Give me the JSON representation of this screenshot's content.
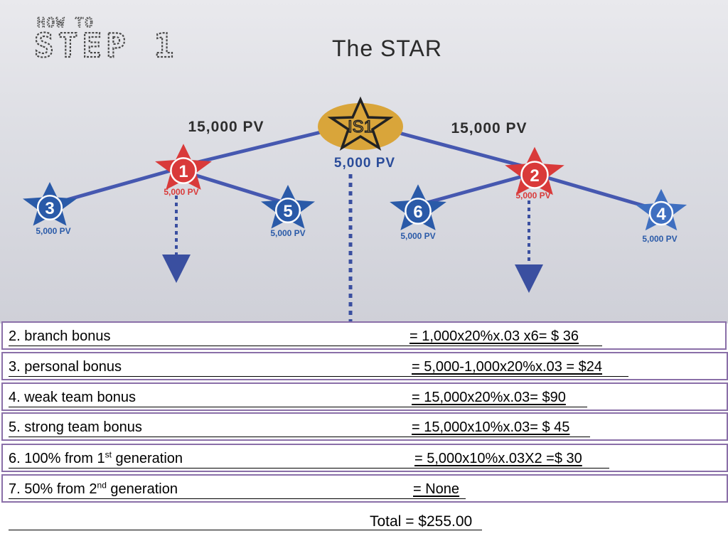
{
  "header": {
    "how_to": "HOW TO",
    "step": "STEP 1",
    "title": "The  STAR"
  },
  "diagram": {
    "center": {
      "label": "IS1",
      "pv": "5,000 PV"
    },
    "left_pv": "15,000 PV",
    "right_pv": "15,000 PV",
    "nodes": [
      {
        "label": "1",
        "pv": "5,000 PV",
        "color": "#d93a3a"
      },
      {
        "label": "2",
        "pv": "5,000 PV",
        "color": "#d93a3a"
      },
      {
        "label": "3",
        "pv": "5,000 PV",
        "color": "#2a5aa8"
      },
      {
        "label": "4",
        "pv": "5,000 PV",
        "color": "#3f6fc0"
      },
      {
        "label": "5",
        "pv": "5,000 PV",
        "color": "#2a5aa8"
      },
      {
        "label": "6",
        "pv": "5,000 PV",
        "color": "#2a5aa8"
      }
    ]
  },
  "rows": [
    {
      "label": "2. branch bonus",
      "value": "= 1,000x20%x.03 x6= $ 36"
    },
    {
      "label": "3. personal bonus",
      "value": "= 5,000-1,000x20%x.03 = $24"
    },
    {
      "label": "4. weak team bonus",
      "value": "= 15,000x20%x.03= $90"
    },
    {
      "label": "5. strong team bonus",
      "value": "= 15,000x10%x.03= $ 45"
    },
    {
      "label_pre": "6. 100% from 1",
      "label_sup": "st",
      "label_post": " generation",
      "value": "= 5,000x10%x.03X2  =$  30"
    },
    {
      "label_pre": "7. 50%  from 2",
      "label_sup": "nd",
      "label_post": " generation",
      "value": "= None"
    }
  ],
  "total": "Total = $255.00"
}
